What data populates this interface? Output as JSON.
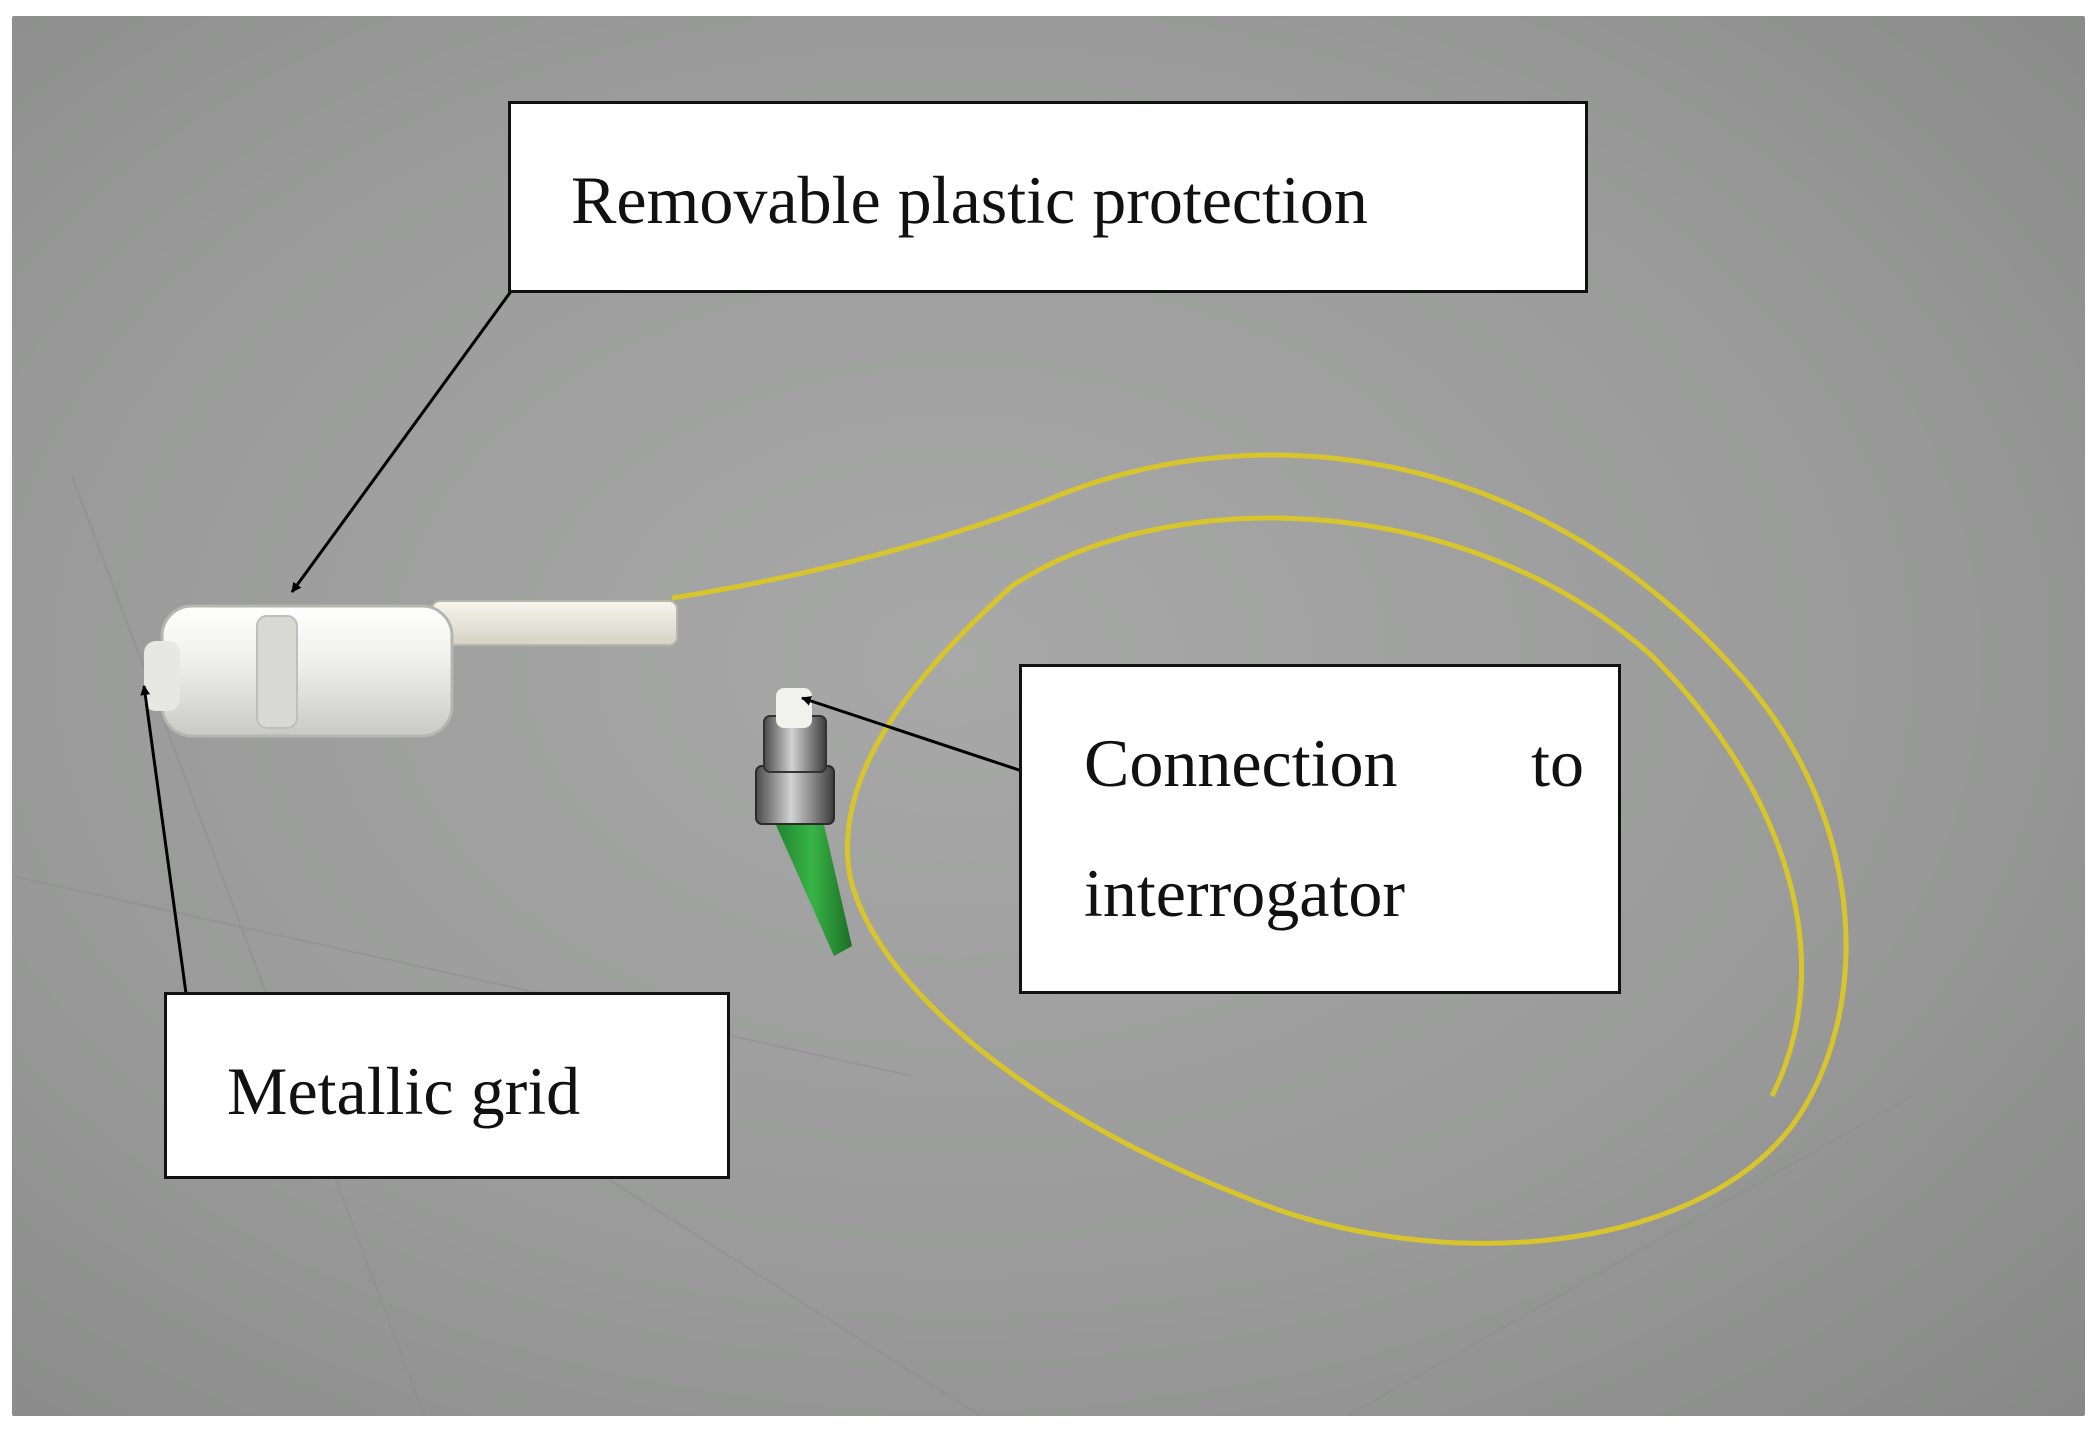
{
  "figure": {
    "photo_subject": "fiber-bragg-grating-sensor-photo",
    "background_color": "#9a9b9a",
    "cable_color": "#d8c52c",
    "connector_boot_color": "#2fa33a",
    "housing_color": "#eeeeea"
  },
  "callouts": {
    "plastic_protection": {
      "label": "Removable plastic protection"
    },
    "connection": {
      "line1_a": "Connection",
      "line1_b": "to",
      "line2": "interrogator"
    },
    "metallic_grid": {
      "label": "Metallic grid"
    }
  }
}
